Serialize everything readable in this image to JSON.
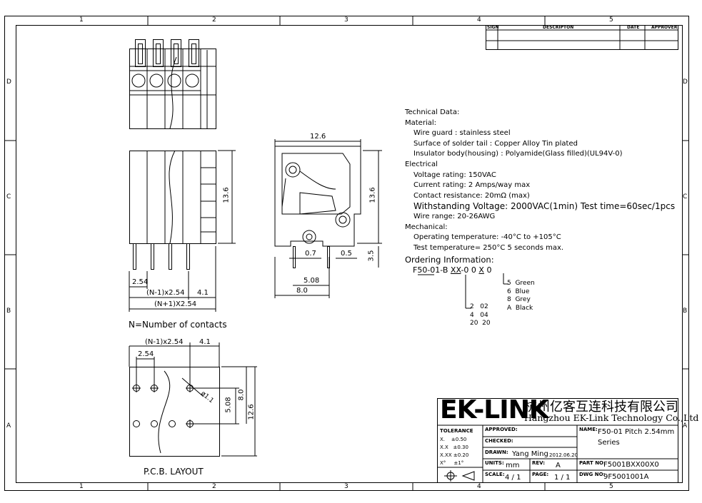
{
  "border": {
    "col_labels": [
      "1",
      "2",
      "3",
      "4",
      "5"
    ],
    "row_labels": [
      "D",
      "C",
      "B",
      "A"
    ]
  },
  "revision_table": {
    "headers": {
      "sign": "SIGN",
      "description": "DESCRIPTON",
      "date": "DATE",
      "approver": "APPROVER"
    }
  },
  "technical": {
    "title": "Technical Data:",
    "material": "Material:",
    "wire_guard": "Wire guard : stainless  steel",
    "solder_tail": "Surface of solder tail : Copper Alloy Tin plated",
    "insulator": "Insulator body(housing) : Polyamide(Glass filled)(UL94V-0)",
    "electrical": "Electrical",
    "voltage": "Voltage rating: 150VAC",
    "current": "Current rating: 2 Amps/way max",
    "contact_res": "Contact resistance: 20mΩ (max)",
    "withstanding": "Withstanding Voltage: 2000VAC(1min) Test time=60sec/1pcs",
    "wire_range": "Wire range: 20-26AWG",
    "mechanical": "Mechanical:",
    "op_temp": "Operating temperature: -40°C to +105°C",
    "test_temp": "Test temperature= 250°C 5 seconds max."
  },
  "ordering": {
    "title": "Ordering Information:",
    "code_prefix": "F50-01-B ",
    "code_xx": "XX",
    "code_mid": "-0  0 ",
    "code_x": "X",
    "code_end": " 0",
    "colors": "5  Green\n6  Blue\n8  Grey\nA  Black",
    "poles": "2   02\n4   04\n20  20"
  },
  "views": {
    "front_w": "(N+1)X2.54",
    "front_pitch": "2.54",
    "front_n1": "(N-1)x2.54",
    "front_41": "4.1",
    "front_h": "13.6",
    "side_w": "12.6",
    "side_h": "13.6",
    "side_07": "0.7",
    "side_05": "0.5",
    "side_35": "3.5",
    "side_508": "5.08",
    "side_80": "8.0",
    "n_label": "N=Number of contacts",
    "pcb_n1": "(N-1)x2.54",
    "pcb_41": "4.1",
    "pcb_pitch": "2.54",
    "pcb_hole": "ø1.1",
    "pcb_508": "5.08",
    "pcb_80": "8.0",
    "pcb_126": "12.6",
    "pcb_title": "P.C.B.  LAYOUT"
  },
  "title_block": {
    "logo": "EK-LINK",
    "company_cn": "杭州亿客互连科技有限公司",
    "company_en": "Hangzhou EK-Link Technology Co.,Ltd",
    "tolerance": "TOLERANCE",
    "tol_x": "X.    ±0.50",
    "tol_xx": "X.X   ±0.30",
    "tol_xxx": "X.XX ±0.20",
    "tol_deg": "X°     ±1°",
    "approved": "APPROVED:",
    "checked": "CHECKED:",
    "drawn": "DRAWN:",
    "drawn_name": "Yang Ming",
    "drawn_date": "2012.06.20",
    "units": "UNITS:",
    "units_val": "mm",
    "rev": "REV:",
    "rev_val": "A",
    "scale": "SCALE:",
    "scale_val": "4 / 1",
    "page": "PAGE:",
    "page_val": "1 / 1",
    "name": "NAME:",
    "name_val_1": "F50-01 Pitch 2.54mm",
    "name_val_2": "Series",
    "part_no": "PART NO:",
    "part_no_val": "F5001BXX00X0",
    "dwg_no": "DWG NO:",
    "dwg_no_val": "9F5001001A"
  }
}
